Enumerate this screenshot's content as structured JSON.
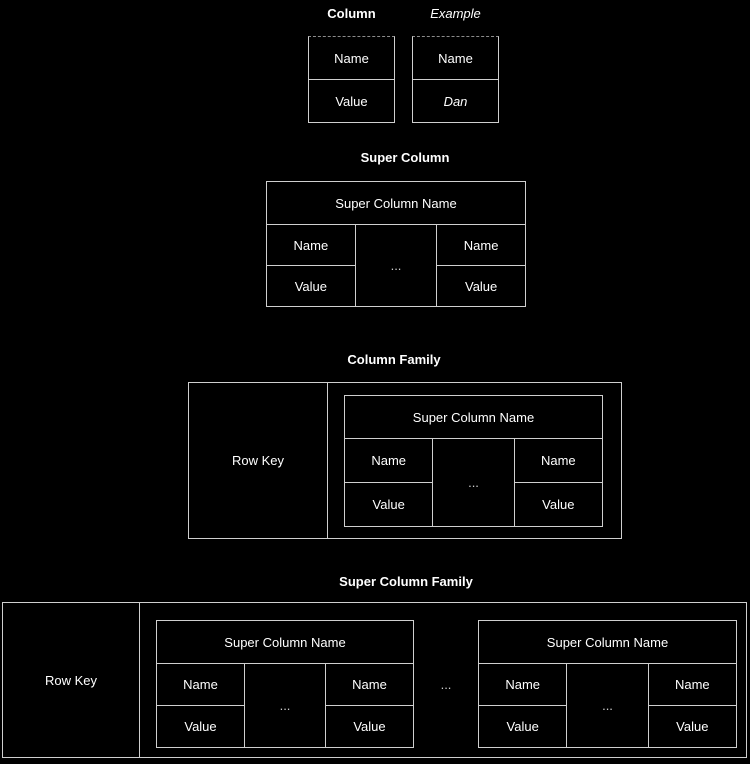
{
  "colors": {
    "background": "#000000",
    "border": "#cfcfcf",
    "text": "#ffffff"
  },
  "column_section": {
    "title": "Column",
    "example_title": "Example",
    "column_box": {
      "name": "Name",
      "value": "Value"
    },
    "example_box": {
      "name": "Name",
      "value": "Dan"
    }
  },
  "super_column_section": {
    "title": "Super Column",
    "box": {
      "header": "Super Column Name",
      "left_name": "Name",
      "left_value": "Value",
      "ellipsis": "...",
      "right_name": "Name",
      "right_value": "Value"
    }
  },
  "column_family_section": {
    "title": "Column Family",
    "row_key": "Row Key",
    "box": {
      "header": "Super Column Name",
      "left_name": "Name",
      "left_value": "Value",
      "ellipsis": "...",
      "right_name": "Name",
      "right_value": "Value"
    }
  },
  "super_column_family_section": {
    "title": "Super Column Family",
    "row_key": "Row Key",
    "separator": "...",
    "boxes": [
      {
        "header": "Super Column Name",
        "left_name": "Name",
        "left_value": "Value",
        "ellipsis": "...",
        "right_name": "Name",
        "right_value": "Value"
      },
      {
        "header": "Super Column Name",
        "left_name": "Name",
        "left_value": "Value",
        "ellipsis": "...",
        "right_name": "Name",
        "right_value": "Value"
      }
    ]
  }
}
